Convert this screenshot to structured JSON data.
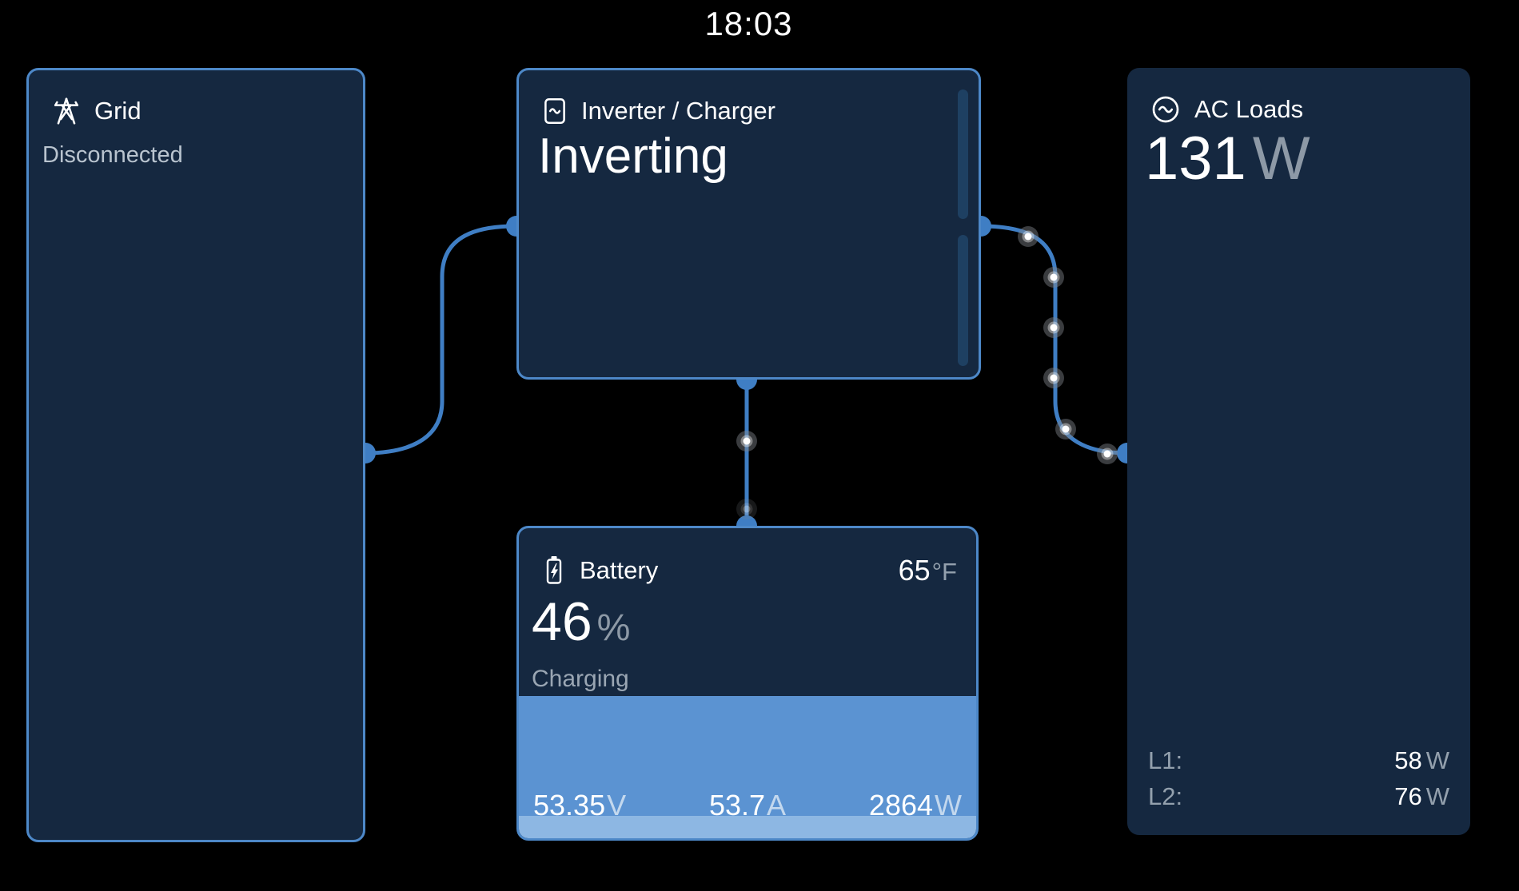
{
  "clock": "18:03",
  "colors": {
    "bg": "#000000",
    "tile_bg": "#152840",
    "accent_border": "#4d88c8",
    "wire": "#3f7ec4",
    "fill_blue": "#5b93d2",
    "fill_strip": "#8db7e3",
    "text_primary": "#ffffff",
    "text_secondary": "#93a0ad"
  },
  "grid": {
    "icon": "transmission-pylon-icon",
    "title": "Grid",
    "status": "Disconnected"
  },
  "inverter": {
    "icon": "sine-wave-square-icon",
    "title": "Inverter / Charger",
    "state": "Inverting"
  },
  "battery": {
    "icon": "battery-bolt-icon",
    "title": "Battery",
    "temperature": {
      "value": "65",
      "unit": "°F"
    },
    "soc": {
      "value": "46",
      "unit": "%",
      "percent": 46
    },
    "state": "Charging",
    "stats": [
      {
        "value": "53.35",
        "unit": "V"
      },
      {
        "value": "53.7",
        "unit": "A"
      },
      {
        "value": "2864",
        "unit": "W"
      }
    ]
  },
  "ac_loads": {
    "icon": "sine-wave-circle-icon",
    "title": "AC Loads",
    "power": {
      "value": "131",
      "unit": "W"
    },
    "lines": [
      {
        "label": "L1:",
        "value": "58",
        "unit": "W"
      },
      {
        "label": "L2:",
        "value": "76",
        "unit": "W"
      }
    ]
  }
}
